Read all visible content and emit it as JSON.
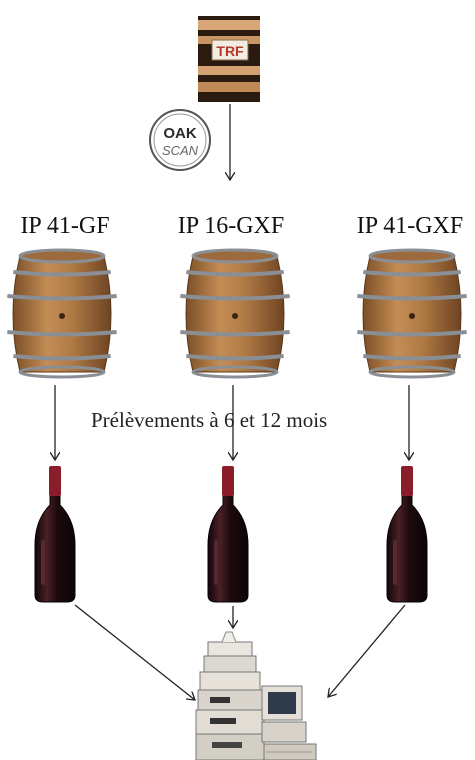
{
  "logo": {
    "trf": "TRF",
    "oakscan_line1": "OAK",
    "oakscan_line2": "SCAN"
  },
  "barrels": [
    {
      "label": "IP 41-GF"
    },
    {
      "label": "IP 16-GXF"
    },
    {
      "label": "IP 41-GXF"
    }
  ],
  "sampling_caption": "Prélèvements à 6 et 12 mois",
  "colors": {
    "barrel_wood": "#b07a45",
    "barrel_hoop": "#8a8f96",
    "bottle": "#2a0f12",
    "capsule": "#8b1d2a"
  }
}
